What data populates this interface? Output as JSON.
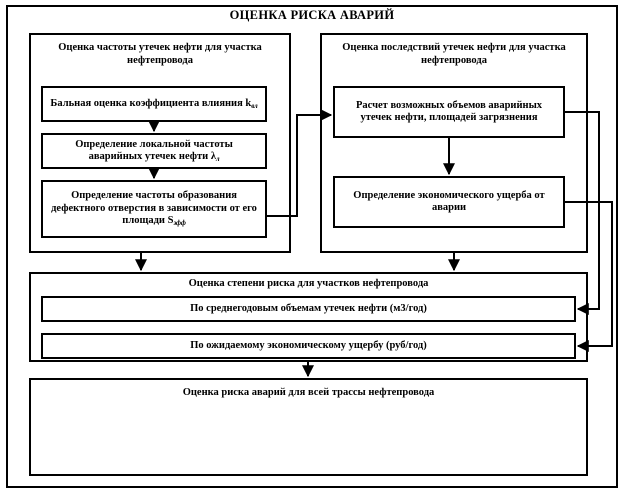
{
  "diagram": {
    "title": "ОЦЕНКА РИСКА АВАРИЙ",
    "left_panel": {
      "header": "Оценка частоты утечек нефти для участка нефтепровода",
      "boxes": [
        {
          "text": "Бальная оценка коэффициента влияния k",
          "subscript": "вл"
        },
        {
          "text": "Определение локальной частоты аварийных утечек нефти λ",
          "subscript": "л"
        },
        {
          "text": "Определение частоты образования дефектного отверстия в зависимости от его площади S",
          "subscript": "эфф"
        }
      ]
    },
    "right_panel": {
      "header": "Оценка последствий утечек нефти для участка нефтепровода",
      "boxes": [
        {
          "text": "Расчет возможных объемов аварийных утечек нефти, площадей загрязнения",
          "subscript": ""
        },
        {
          "text": "Определение экономического ущерба от аварии",
          "subscript": ""
        }
      ]
    },
    "middle_panel": {
      "header": "Оценка степени риска для участков нефтепровода",
      "boxes": [
        {
          "text": "По среднегодовым объемам утечек нефти (м3/год)"
        },
        {
          "text": "По ожидаемому экономическому ущербу (руб/год)"
        }
      ]
    },
    "bottom_panel": {
      "header": "Оценка риска аварий для всей трассы нефтепровода"
    },
    "colors": {
      "line": "#000000",
      "background": "#ffffff",
      "text": "#000000"
    },
    "connectors": [
      {
        "name": "left-box1-to-box2",
        "type": "arrow-down"
      },
      {
        "name": "left-box2-to-box3",
        "type": "arrow-down"
      },
      {
        "name": "left-box3-to-right-box1",
        "type": "elbow-arrow-right-up"
      },
      {
        "name": "right-box1-to-right-box2",
        "type": "arrow-down"
      },
      {
        "name": "left-panel-to-middle-panel",
        "type": "arrow-down"
      },
      {
        "name": "right-panel-to-middle-panel",
        "type": "arrow-down"
      },
      {
        "name": "right-box1-to-middle-box1",
        "type": "elbow-arrow-right-down-left"
      },
      {
        "name": "right-box2-to-middle-box2",
        "type": "elbow-arrow-right-down-left"
      },
      {
        "name": "middle-panel-to-bottom-panel",
        "type": "arrow-down"
      }
    ]
  }
}
